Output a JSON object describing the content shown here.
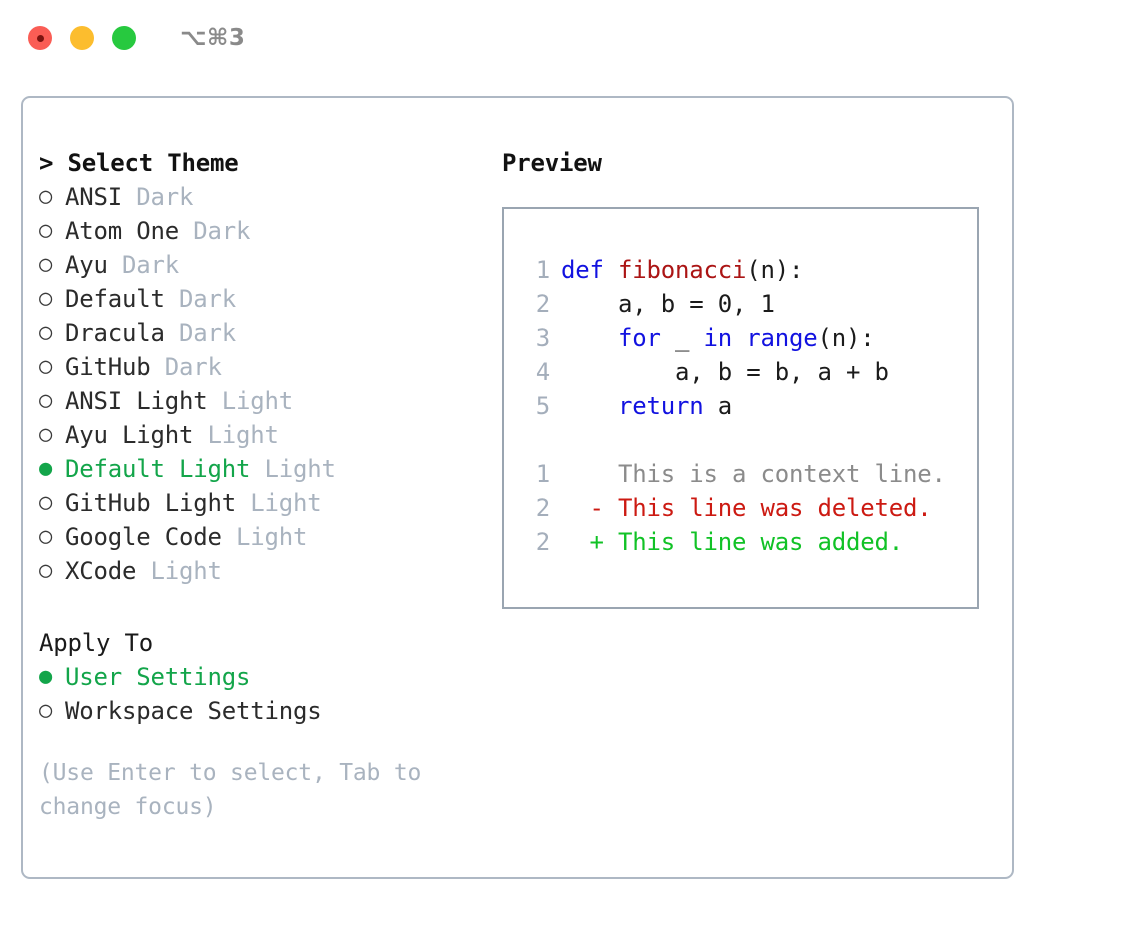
{
  "window": {
    "shortcut": "⌥⌘3",
    "traffic_lights": [
      {
        "name": "close-button",
        "color": "#fa5d55"
      },
      {
        "name": "minimize-button",
        "color": "#fcbd2e"
      },
      {
        "name": "maximize-button",
        "color": "#27c93f"
      }
    ]
  },
  "colors": {
    "selected_green": "#13a54a",
    "muted": "#a9b3bf",
    "keyword_blue": "#1212e0",
    "function_red": "#ab1414",
    "diff_delete": "#cc1a12",
    "diff_add": "#11c226",
    "border": "#aeb8c4",
    "preview_border": "#9aa5b1"
  },
  "theme_section": {
    "header": "> Select Theme",
    "options": [
      {
        "marker": "○",
        "label": "ANSI",
        "suffix": "Dark",
        "selected": false
      },
      {
        "marker": "○",
        "label": "Atom One",
        "suffix": "Dark",
        "selected": false
      },
      {
        "marker": "○",
        "label": "Ayu",
        "suffix": "Dark",
        "selected": false
      },
      {
        "marker": "○",
        "label": "Default",
        "suffix": "Dark",
        "selected": false
      },
      {
        "marker": "○",
        "label": "Dracula",
        "suffix": "Dark",
        "selected": false
      },
      {
        "marker": "○",
        "label": "GitHub",
        "suffix": "Dark",
        "selected": false
      },
      {
        "marker": "○",
        "label": "ANSI Light",
        "suffix": "Light",
        "selected": false
      },
      {
        "marker": "○",
        "label": "Ayu Light",
        "suffix": "Light",
        "selected": false
      },
      {
        "marker": "●",
        "label": "Default Light",
        "suffix": "Light",
        "selected": true
      },
      {
        "marker": "○",
        "label": "GitHub Light",
        "suffix": "Light",
        "selected": false
      },
      {
        "marker": "○",
        "label": "Google Code",
        "suffix": "Light",
        "selected": false
      },
      {
        "marker": "○",
        "label": "XCode",
        "suffix": "Light",
        "selected": false
      }
    ]
  },
  "apply_section": {
    "header": "Apply To",
    "options": [
      {
        "marker": "●",
        "label": "User Settings",
        "suffix": "",
        "selected": true
      },
      {
        "marker": "○",
        "label": "Workspace Settings",
        "suffix": "",
        "selected": false
      }
    ]
  },
  "hint": "(Use Enter to select, Tab to change focus)",
  "preview": {
    "title": "Preview",
    "code_lines": [
      {
        "number": "1",
        "segments": [
          {
            "text": "def ",
            "style": "kw"
          },
          {
            "text": "fibonacci",
            "style": "fn"
          },
          {
            "text": "(n):",
            "style": "pl"
          }
        ]
      },
      {
        "number": "2",
        "segments": [
          {
            "text": "    a, b = 0, 1",
            "style": "pl"
          }
        ]
      },
      {
        "number": "3",
        "segments": [
          {
            "text": "    ",
            "style": "pl"
          },
          {
            "text": "for",
            "style": "kw"
          },
          {
            "text": " _ ",
            "style": "pl"
          },
          {
            "text": "in",
            "style": "kw"
          },
          {
            "text": " ",
            "style": "pl"
          },
          {
            "text": "range",
            "style": "kw"
          },
          {
            "text": "(n):",
            "style": "pl"
          }
        ]
      },
      {
        "number": "4",
        "segments": [
          {
            "text": "        a, b = b, a + b",
            "style": "pl"
          }
        ]
      },
      {
        "number": "5",
        "segments": [
          {
            "text": "    ",
            "style": "pl"
          },
          {
            "text": "return",
            "style": "kw"
          },
          {
            "text": " a",
            "style": "pl"
          }
        ]
      }
    ],
    "diff_lines": [
      {
        "number": "1",
        "marker": "  ",
        "text": "This is a context line.",
        "style": "ctx"
      },
      {
        "number": "2",
        "marker": "- ",
        "text": "This line was deleted.",
        "style": "del"
      },
      {
        "number": "2",
        "marker": "+ ",
        "text": "This line was added.",
        "style": "add"
      }
    ]
  }
}
